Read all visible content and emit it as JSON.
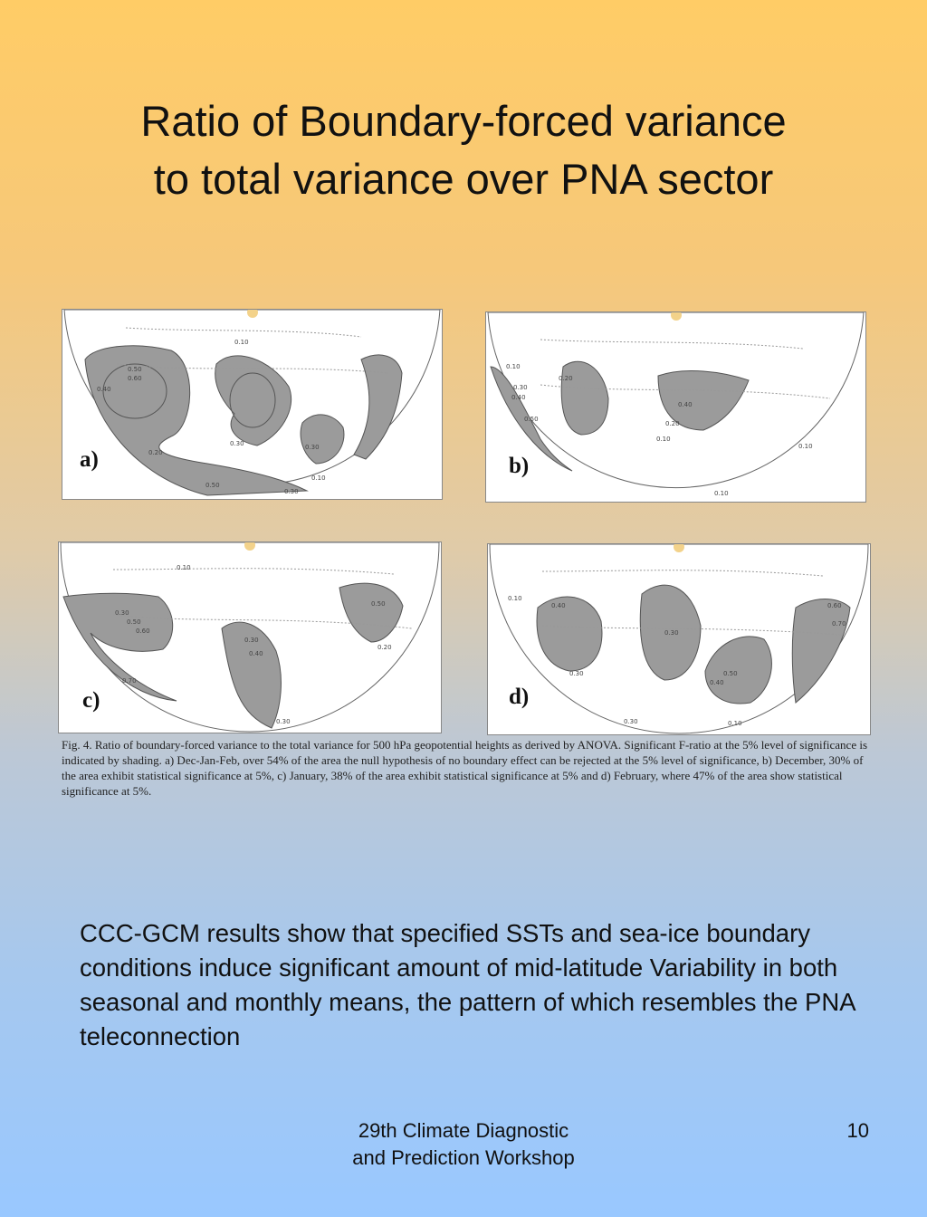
{
  "slide": {
    "title_line1": "Ratio of Boundary-forced variance",
    "title_line2": "to total variance over PNA sector",
    "panels": [
      {
        "letter": "a)",
        "contour_labels": [
          "0.10",
          "0.20",
          "0.30",
          "0.40",
          "0.50",
          "0.60",
          "0.30",
          "0.10",
          "0.50",
          "0.30"
        ]
      },
      {
        "letter": "b)",
        "contour_labels": [
          "0.10",
          "0.20",
          "0.30",
          "0.40",
          "0.50",
          "0.40",
          "0.20",
          "0.10",
          "0.10",
          "0.10"
        ]
      },
      {
        "letter": "c)",
        "contour_labels": [
          "0.10",
          "0.30",
          "0.50",
          "0.60",
          "0.70",
          "0.30",
          "0.40",
          "0.50",
          "0.20",
          "0.30"
        ]
      },
      {
        "letter": "d)",
        "contour_labels": [
          "0.10",
          "0.40",
          "0.30",
          "0.60",
          "0.70",
          "0.50",
          "0.40",
          "0.30",
          "0.10",
          "0.30"
        ]
      }
    ],
    "caption": "Fig. 4. Ratio of boundary-forced variance to the total variance for 500 hPa geopotential heights as derived by ANOVA. Significant F-ratio at the 5% level of significance is indicated by shading. a) Dec-Jan-Feb, over 54% of the area the null hypothesis of no boundary effect can be rejected at the 5% level of significance, b) December, 30% of the area exhibit statistical significance at 5%, c) January, 38% of the area exhibit statistical significance at 5% and d) February, where 47% of the area show statistical significance at 5%.",
    "summary": "CCC-GCM results show that specified SSTs and sea-ice boundary conditions induce significant amount of mid-latitude Variability in both seasonal and monthly means, the pattern of which resembles the PNA teleconnection",
    "footer_line1": "29th Climate Diagnostic",
    "footer_line2": "and Prediction Workshop",
    "slide_number": "10",
    "colors": {
      "shading": "#9b9b9b",
      "contour": "#555555",
      "map_bg": "#ffffff"
    }
  }
}
